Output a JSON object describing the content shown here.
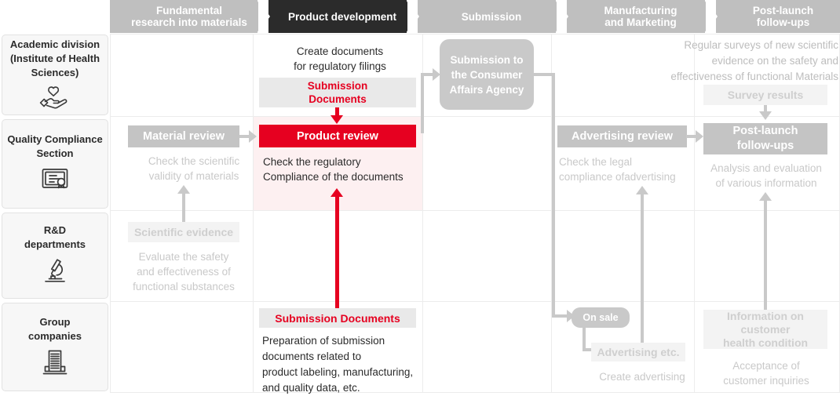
{
  "phases": [
    {
      "label": "Fundamental\nresearch into materials",
      "state": "inactive"
    },
    {
      "label": "Product development",
      "state": "active"
    },
    {
      "label": "Submission",
      "state": "inactive"
    },
    {
      "label": "Manufacturing\nand Marketing",
      "state": "inactive"
    },
    {
      "label": "Post-launch\nfollow-ups",
      "state": "inactive"
    }
  ],
  "phase_labels": {
    "p0_line1": "Fundamental",
    "p0_line2": "research into materials",
    "p1": "Product development",
    "p2": "Submission",
    "p3_line1": "Manufacturing",
    "p3_line2": "and Marketing",
    "p4_line1": "Post-launch",
    "p4_line2": "follow-ups"
  },
  "rows": [
    {
      "title_line1": "Academic division",
      "title_line2": "(Institute of Health",
      "title_line3": "Sciences)",
      "icon": "heart-in-hand-icon"
    },
    {
      "title_line1": "Quality Compliance",
      "title_line2": "Section",
      "title_line3": "",
      "icon": "certificate-icon"
    },
    {
      "title_line1": "R&D",
      "title_line2": "departments",
      "title_line3": "",
      "icon": "microscope-icon"
    },
    {
      "title_line1": "Group",
      "title_line2": "companies",
      "title_line3": "",
      "icon": "building-icon"
    }
  ],
  "cells": {
    "academic_productdev": {
      "caption_line1": "Create documents",
      "caption_line2": "for regulatory filings",
      "chip_line1": "Submission",
      "chip_line2": "Documents"
    },
    "academic_submission": {
      "chip_line1": "Submission to",
      "chip_line2": "the Consumer",
      "chip_line3": "Affairs Agency"
    },
    "academic_postlaunch": {
      "caption_line1": "Regular surveys of new scientific",
      "caption_line2": "evidence on the safety and",
      "caption_line3": "effectiveness of functional Materials",
      "chip": "Survey results"
    },
    "quality_fundamental": {
      "chip": "Material review",
      "caption_line1": "Check the scientific",
      "caption_line2": "validity of materials"
    },
    "quality_productdev": {
      "chip": "Product review",
      "caption_line1": "Check the regulatory",
      "caption_line2": "Compliance of the documents"
    },
    "quality_manufacturing": {
      "chip": "Advertising review",
      "caption_line1": "Check the legal",
      "caption_line2": "compliance ofadvertising"
    },
    "quality_postlaunch": {
      "chip_line1": "Post-launch",
      "chip_line2": "follow-ups",
      "caption_line1": "Analysis and evaluation",
      "caption_line2": "of various information"
    },
    "rnd_fundamental": {
      "chip": "Scientific evidence",
      "caption_line1": "Evaluate the safety",
      "caption_line2": "and effectiveness of",
      "caption_line3": "functional substances"
    },
    "group_productdev": {
      "chip": "Submission Documents",
      "caption_line1": "Preparation of submission",
      "caption_line2": "documents related to",
      "caption_line3": "product labeling, manufacturing,",
      "caption_line4": "and quality data, etc."
    },
    "group_manufacturing": {
      "chip_onsale": "On sale",
      "chip_ads": "Advertising etc.",
      "caption": "Create advertising"
    },
    "group_postlaunch": {
      "chip_line1": "Information on",
      "chip_line2": "customer",
      "chip_line3": "health condition",
      "caption_line1": "Acceptance of",
      "caption_line2": "customer inquiries"
    }
  },
  "colors": {
    "accent_red": "#e60020",
    "phase_active": "#2b2b2b",
    "phase_inactive": "#bfbfbf",
    "chip_grey": "#c4c4c4",
    "pink_highlight": "#fdf0f1",
    "grid_line": "#ececec"
  }
}
